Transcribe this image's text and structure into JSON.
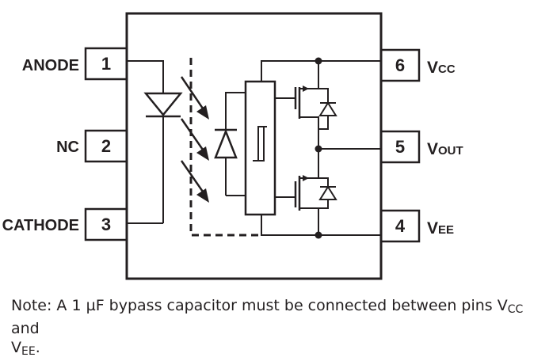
{
  "pins_left": [
    {
      "name": "ANODE",
      "number": "1"
    },
    {
      "name": "NC",
      "number": "2"
    },
    {
      "name": "CATHODE",
      "number": "3"
    }
  ],
  "pins_right": [
    {
      "number": "6",
      "main": "V",
      "sub": "CC"
    },
    {
      "number": "5",
      "main": "V",
      "sub": "OUT"
    },
    {
      "number": "4",
      "main": "V",
      "sub": "EE"
    }
  ],
  "note": {
    "prefix": "Note: A 1 ",
    "mu": "µ",
    "mid": "F bypass capacitor must be connected between pins V",
    "sub1": "CC",
    "and": " and",
    "v2": "V",
    "sub2": "EE",
    "end": "."
  },
  "colors": {
    "ink": "#231f20",
    "body_line": "#000000",
    "wire": "#231f20"
  }
}
